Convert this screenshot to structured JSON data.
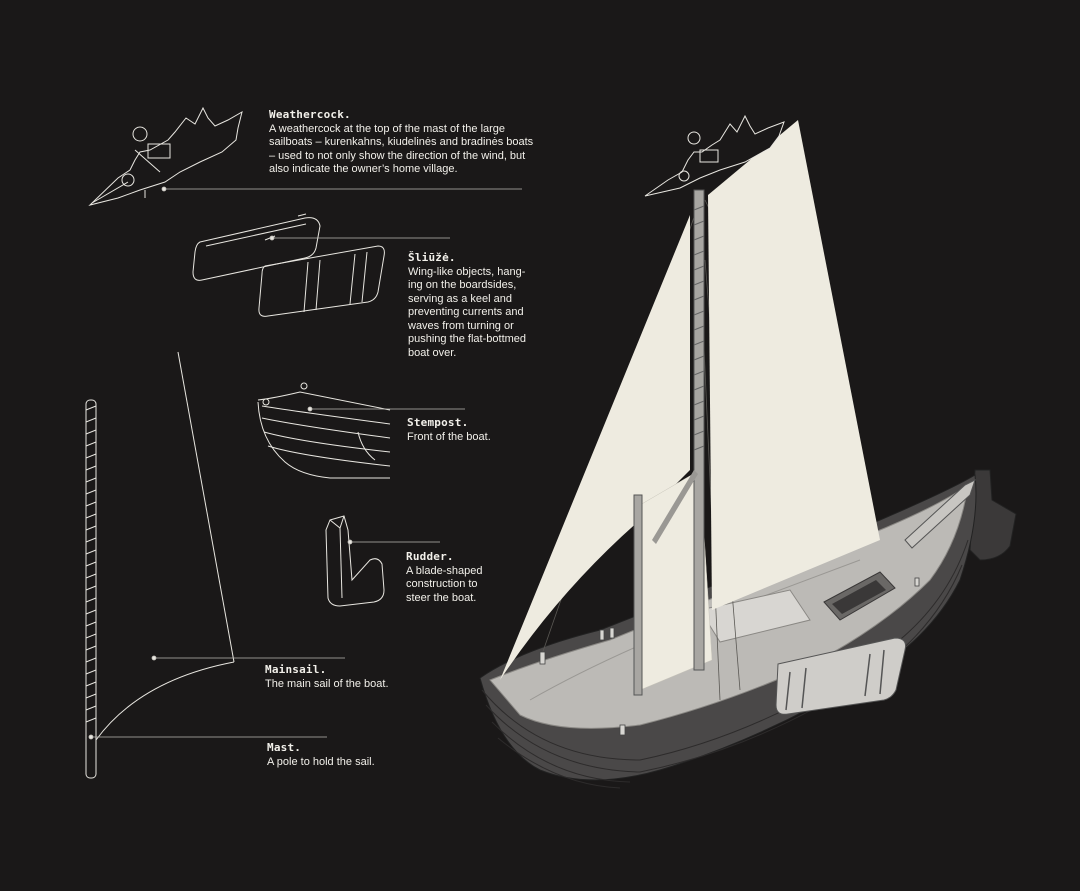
{
  "parts": {
    "weathercock": {
      "title": "Weathercock.",
      "desc": "A weathercock at the top of the mast of the large sailboats – kurenkahns, kiudelinės and bradinės boats – used to not only show the direction of the wind, but also indicate the owner’s home village."
    },
    "sliuze": {
      "title": "Šliūžė.",
      "desc": "Wing-like objects, hang-ing on the boardsides, serving as a keel and preventing currents and waves from turning or pushing the flat-bottmed boat over."
    },
    "stempost": {
      "title": "Stempost.",
      "desc": "Front of the boat."
    },
    "rudder": {
      "title": "Rudder.",
      "desc": "A blade-shaped construction to steer the boat."
    },
    "mainsail": {
      "title": "Mainsail.",
      "desc": "The main sail of the boat."
    },
    "mast": {
      "title": "Mast.",
      "desc": "A pole to hold the sail."
    }
  },
  "colors": {
    "background": "#1a1818",
    "line": "#e8e6e0",
    "sail": "#eeebe0",
    "hull": "#4a4848"
  }
}
